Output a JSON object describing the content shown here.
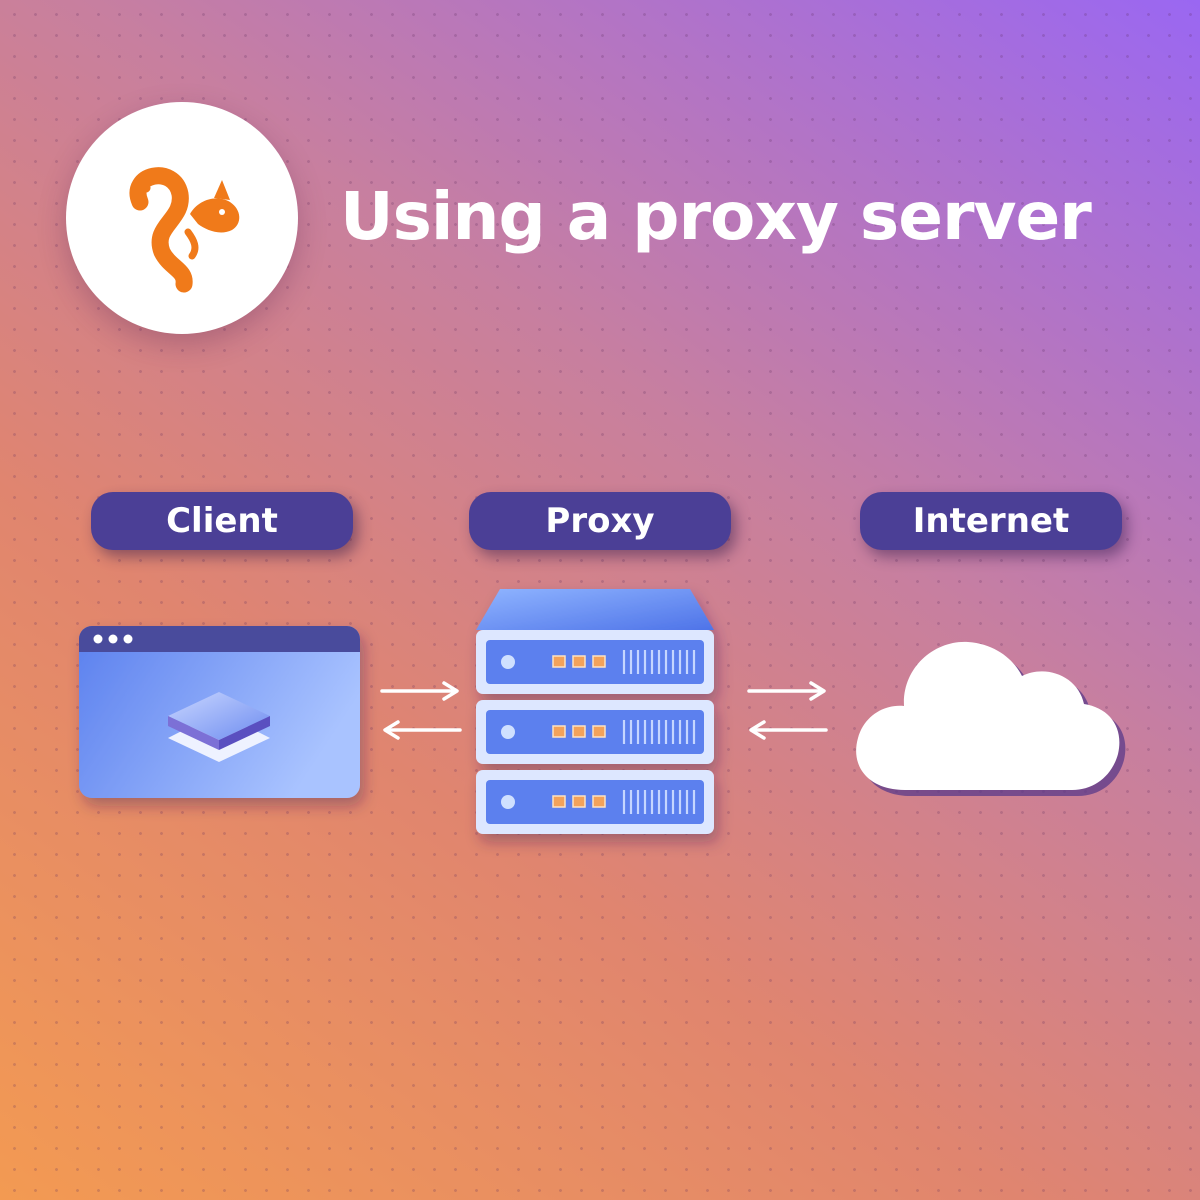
{
  "title": "Using a proxy server",
  "labels": {
    "client": "Client",
    "proxy": "Proxy",
    "internet": "Internet"
  },
  "icons": {
    "logo": "squirrel-logo-icon",
    "client": "browser-window-icon",
    "proxy": "server-rack-icon",
    "internet": "cloud-icon",
    "arrows": "bidirectional-arrow-icon"
  },
  "colors": {
    "gradient_start": "#f39a52",
    "gradient_end": "#9a67f2",
    "pill": "#4b3f96",
    "logo_orange": "#f07a1a",
    "server_blue": "#5b80ee",
    "text": "#ffffff"
  }
}
